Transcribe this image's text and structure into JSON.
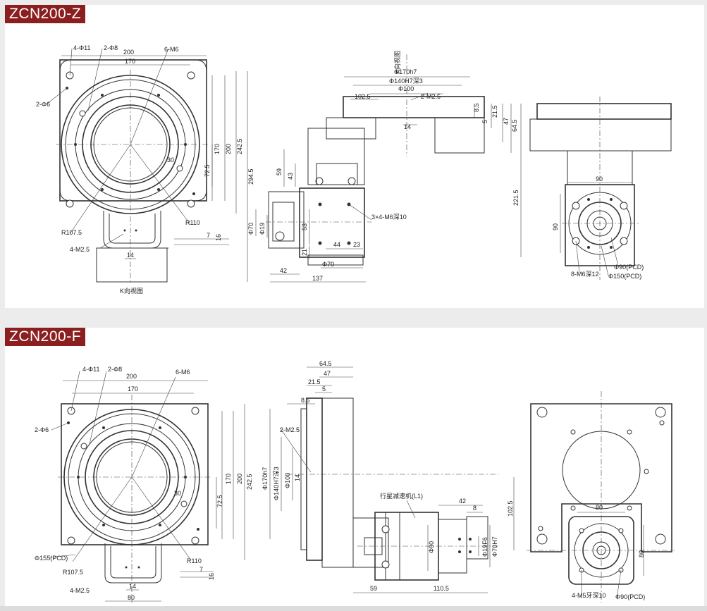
{
  "sections": [
    {
      "title": "ZCN200-Z",
      "top_view": {
        "labels": [
          "4-Φ11",
          "2-Φ8",
          "200",
          "6-M6",
          "170",
          "2-Φ6",
          "30",
          "72.5",
          "170",
          "200",
          "242.5",
          "294.5",
          "R107.5",
          "R110",
          "7",
          "16",
          "4-M2.5",
          "14",
          "K向视图"
        ]
      },
      "side_view": {
        "labels": [
          "K向视图",
          "Φ170h7",
          "Φ140H7深3",
          "Φ100",
          "102.5",
          "2-M2.5",
          "8.5",
          "21.5",
          "5",
          "47",
          "64.5",
          "14",
          "59",
          "43",
          "3×4-M6深10",
          "53",
          "21",
          "44",
          "23",
          "Φ70",
          "Φ19",
          "42",
          "137",
          "221.5",
          "Φ70"
        ]
      },
      "end_view": {
        "labels": [
          "90",
          "90",
          "Φ90(PCD)",
          "8-M6深12",
          "Φ150(PCD)"
        ]
      }
    },
    {
      "title": "ZCN200-F",
      "top_view": {
        "labels": [
          "4-Φ11",
          "2-Φ8",
          "200",
          "6-M6",
          "170",
          "2-Φ6",
          "30",
          "72.5",
          "170",
          "200",
          "242.5",
          "Φ155(PCD)",
          "R107.5",
          "R110",
          "7",
          "16",
          "4-M2.5",
          "14",
          "80"
        ]
      },
      "side_view": {
        "labels": [
          "64.5",
          "47",
          "21.5",
          "5",
          "8.5",
          "2-M2.5",
          "Φ170h7",
          "Φ140H7深3",
          "Φ100",
          "14",
          "行星减速机(L1)",
          "42",
          "8",
          "Φ90",
          "Φ19F6",
          "Φ70H7",
          "59",
          "110.5"
        ]
      },
      "end_view": {
        "labels": [
          "102.5",
          "80",
          "80",
          "4-M5牙深10",
          "Φ90(PCD)"
        ]
      }
    }
  ]
}
